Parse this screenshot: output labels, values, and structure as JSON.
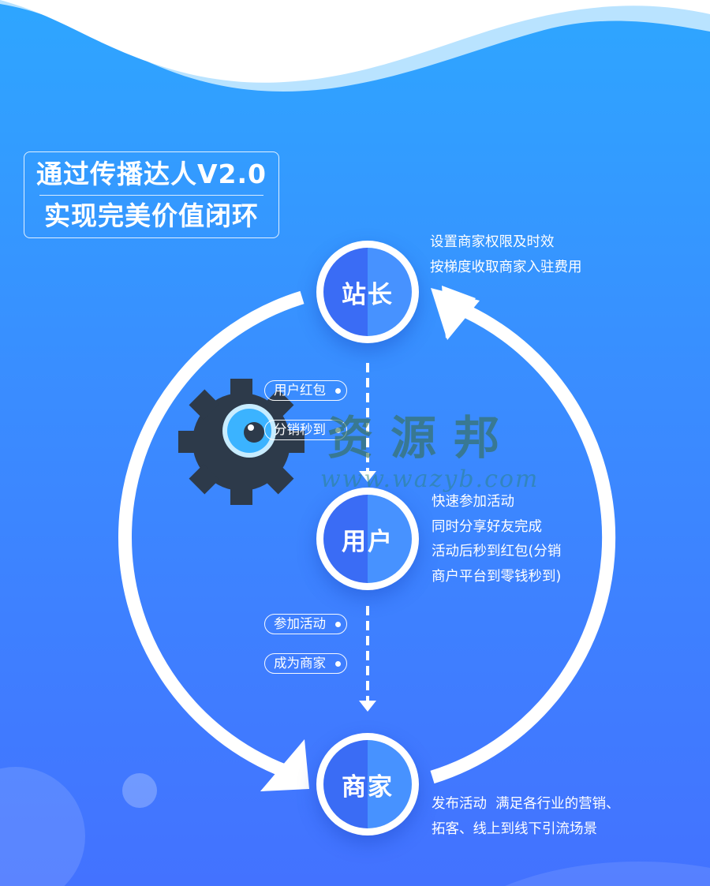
{
  "title": {
    "line1": "通过传播达人V2.0",
    "line2": "实现完美价值闭环"
  },
  "nodes": {
    "station": {
      "label": "站长",
      "desc": [
        "设置商家权限及时效",
        "按梯度收取商家入驻费用"
      ]
    },
    "user": {
      "label": "用户",
      "desc": [
        "快速参加活动",
        "同时分享好友完成",
        "活动后秒到红包(分销",
        "商户平台到零钱秒到)"
      ]
    },
    "merchant": {
      "label": "商家",
      "desc": [
        "发布活动  满足各行业的营销、",
        "拓客、线上到线下引流场景"
      ]
    }
  },
  "flow_tags": {
    "station_to_user": [
      "用户红包",
      "分销秒到"
    ],
    "user_to_merchant": [
      "参加活动",
      "成为商家"
    ]
  },
  "watermark": {
    "cn": "资源邦",
    "en": "www.wazyb.com"
  },
  "colors": {
    "bg_top": "#2ea6ff",
    "bg_bottom": "#4372ff",
    "node_left": "#3a6cf5",
    "node_right": "#4792ff",
    "gear": "#2d3a4a",
    "lens": "#3bb3ff"
  }
}
